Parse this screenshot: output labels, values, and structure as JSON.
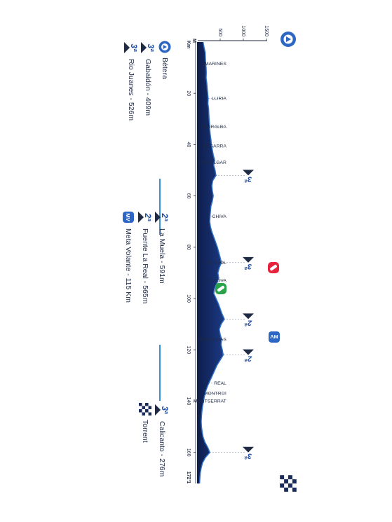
{
  "y_axis": {
    "unit": "M",
    "ticks": [
      "1500",
      "1000",
      "500"
    ]
  },
  "x_axis": {
    "unit": "Km",
    "ticks": [
      "20",
      "40",
      "60",
      "80",
      "100",
      "120",
      "140",
      "160"
    ],
    "end_label": "172'1"
  },
  "profile": {
    "length_km": 172.1,
    "color": "#13265c",
    "edge_color": "#2e6fc4",
    "points": [
      [
        0,
        130
      ],
      [
        2,
        150
      ],
      [
        4,
        175
      ],
      [
        6,
        180
      ],
      [
        8,
        185
      ],
      [
        10,
        195
      ],
      [
        12,
        200
      ],
      [
        14,
        195
      ],
      [
        16,
        210
      ],
      [
        18,
        220
      ],
      [
        20,
        230
      ],
      [
        22,
        240
      ],
      [
        24,
        235
      ],
      [
        26,
        250
      ],
      [
        28,
        255
      ],
      [
        30,
        260
      ],
      [
        32,
        270
      ],
      [
        34,
        275
      ],
      [
        36,
        285
      ],
      [
        38,
        300
      ],
      [
        40,
        310
      ],
      [
        42,
        330
      ],
      [
        44,
        350
      ],
      [
        46,
        380
      ],
      [
        48,
        360
      ],
      [
        50,
        390
      ],
      [
        52,
        409
      ],
      [
        54,
        340
      ],
      [
        56,
        320
      ],
      [
        58,
        330
      ],
      [
        60,
        350
      ],
      [
        62,
        330
      ],
      [
        64,
        300
      ],
      [
        66,
        290
      ],
      [
        68,
        280
      ],
      [
        70,
        275
      ],
      [
        72,
        290
      ],
      [
        74,
        320
      ],
      [
        76,
        360
      ],
      [
        78,
        400
      ],
      [
        80,
        440
      ],
      [
        82,
        470
      ],
      [
        84,
        500
      ],
      [
        86,
        526
      ],
      [
        88,
        480
      ],
      [
        90,
        450
      ],
      [
        92,
        470
      ],
      [
        94,
        430
      ],
      [
        96,
        380
      ],
      [
        98,
        360
      ],
      [
        100,
        410
      ],
      [
        102,
        460
      ],
      [
        104,
        500
      ],
      [
        106,
        540
      ],
      [
        108,
        591
      ],
      [
        110,
        520
      ],
      [
        112,
        480
      ],
      [
        114,
        500
      ],
      [
        116,
        530
      ],
      [
        118,
        520
      ],
      [
        120,
        545
      ],
      [
        122,
        565
      ],
      [
        124,
        500
      ],
      [
        126,
        430
      ],
      [
        128,
        380
      ],
      [
        130,
        330
      ],
      [
        132,
        280
      ],
      [
        134,
        230
      ],
      [
        136,
        190
      ],
      [
        138,
        160
      ],
      [
        140,
        140
      ],
      [
        142,
        120
      ],
      [
        144,
        105
      ],
      [
        146,
        95
      ],
      [
        148,
        90
      ],
      [
        150,
        95
      ],
      [
        152,
        110
      ],
      [
        154,
        130
      ],
      [
        156,
        170
      ],
      [
        158,
        230
      ],
      [
        160,
        276
      ],
      [
        162,
        180
      ],
      [
        164,
        120
      ],
      [
        166,
        90
      ],
      [
        168,
        70
      ],
      [
        170,
        60
      ],
      [
        172.1,
        55
      ]
    ]
  },
  "towns": [
    {
      "name": "MARINES",
      "km": 8.5
    },
    {
      "name": "LLIRIA",
      "km": 22
    },
    {
      "name": "PEDRALBA",
      "km": 33
    },
    {
      "name": "BUGARRA",
      "km": 40.5
    },
    {
      "name": "CESTALGAR",
      "km": 47
    },
    {
      "name": "CHIVA",
      "km": 68
    },
    {
      "name": "BUNYOL",
      "km": 86
    },
    {
      "name": "YÁTOVA",
      "km": 93
    },
    {
      "name": "DOS AGUAS",
      "km": 116
    },
    {
      "name": "REAL",
      "km": 133
    },
    {
      "name": "MONTROI",
      "km": 137
    },
    {
      "name": "MONTSERRAT",
      "km": 140
    }
  ],
  "climb_markers": [
    {
      "category": "3ª",
      "km": 52
    },
    {
      "category": "3ª",
      "km": 86
    },
    {
      "category": "2ª",
      "km": 108
    },
    {
      "category": "2ª",
      "km": 122
    },
    {
      "category": "3ª",
      "km": 160
    }
  ],
  "sprint_markers": [
    {
      "label": "MV",
      "km": 115
    }
  ],
  "legend": {
    "start": {
      "name": "Bétera"
    },
    "finish": {
      "name": "Torrent"
    },
    "climbs": [
      {
        "category": "3ª",
        "text": "Gabaldón - 409m"
      },
      {
        "category": "3ª",
        "text": "Rio Juanes - 526m"
      },
      {
        "category": "2ª",
        "text": "La Muela - 591m"
      },
      {
        "category": "2ª",
        "text": "Fuente La Real - 565m"
      },
      {
        "category": "3ª",
        "text": "Calicanto - 276m"
      }
    ],
    "sprint": {
      "badge": "MV",
      "text": "Meta Volante - 115 Km"
    }
  },
  "colors": {
    "accent": "#2e66c4",
    "feed_zone": "#2aa24a",
    "warning": "#e8213c",
    "separator": "#3b8fd6"
  },
  "icons": {
    "start": "triangle-in-circle-icon",
    "finish": "checkered-flag-circle-icon",
    "feed": "bottle-icon",
    "warning": "flag-icon"
  }
}
